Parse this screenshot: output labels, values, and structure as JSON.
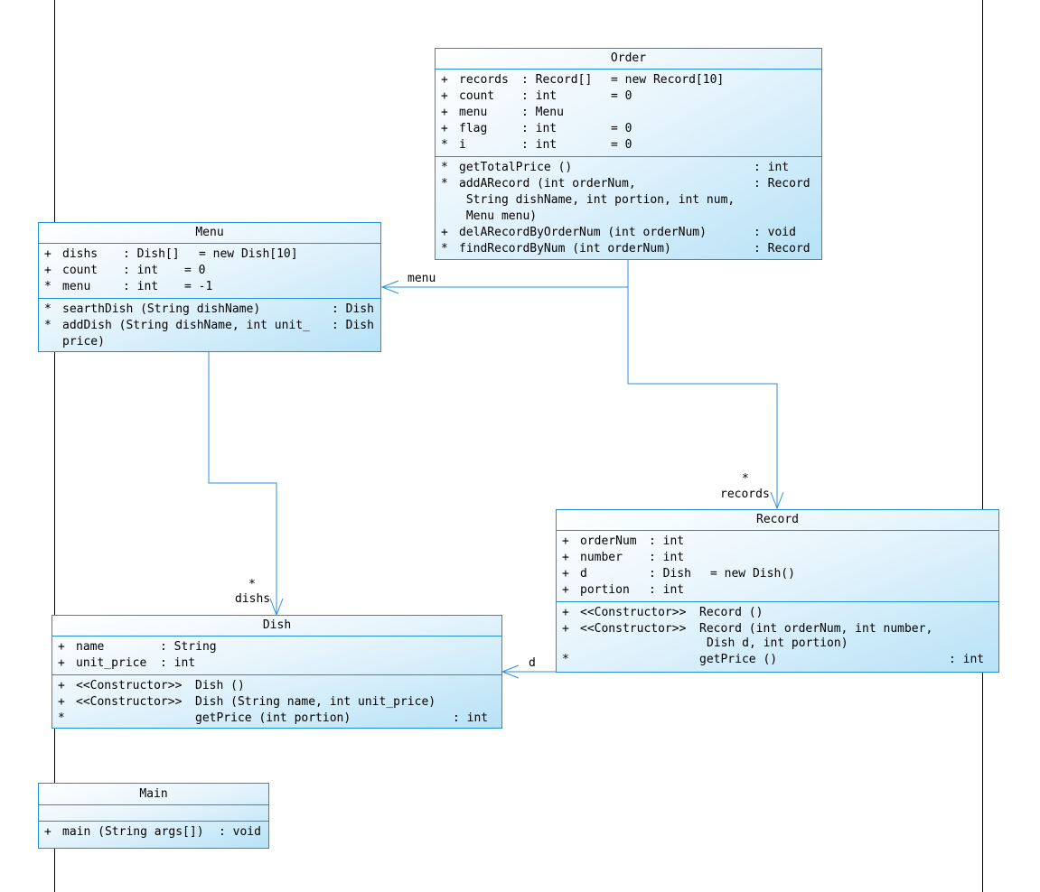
{
  "classes": {
    "order": {
      "name": "Order",
      "attributes": [
        {
          "vis": "+",
          "name": "records",
          "type": ": Record[]",
          "init": "= new Record[10]"
        },
        {
          "vis": "+",
          "name": "count",
          "type": ": int",
          "init": "= 0"
        },
        {
          "vis": "+",
          "name": "menu",
          "type": ": Menu",
          "init": ""
        },
        {
          "vis": "+",
          "name": "flag",
          "type": ": int",
          "init": "= 0"
        },
        {
          "vis": "*",
          "name": "i",
          "type": ": int",
          "init": "= 0"
        }
      ],
      "operations": [
        {
          "vis": "*",
          "sig": "getTotalPrice ()",
          "ret": ": int"
        },
        {
          "vis": "*",
          "sig": "addARecord (int orderNum,",
          "ret": ": Record"
        },
        {
          "vis": "",
          "sig": " String dishName, int portion, int num,",
          "ret": ""
        },
        {
          "vis": "",
          "sig": " Menu menu)",
          "ret": ""
        },
        {
          "vis": "+",
          "sig": "delARecordByOrderNum (int orderNum)",
          "ret": ": void"
        },
        {
          "vis": "*",
          "sig": "findRecordByNum (int orderNum)",
          "ret": ": Record"
        }
      ]
    },
    "menu": {
      "name": "Menu",
      "attributes": [
        {
          "vis": "+",
          "name": "dishs",
          "type": ": Dish[]",
          "init": "= new Dish[10]"
        },
        {
          "vis": "+",
          "name": "count",
          "type": ": int",
          "init": "= 0"
        },
        {
          "vis": "*",
          "name": "menu",
          "type": ": int",
          "init": "= -1"
        }
      ],
      "operations": [
        {
          "vis": "*",
          "sig": "searthDish (String dishName)",
          "ret": ": Dish"
        },
        {
          "vis": "*",
          "sig": "addDish (String dishName, int unit_",
          "ret": ": Dish"
        },
        {
          "vis": "",
          "sig": "price)",
          "ret": ""
        }
      ]
    },
    "record": {
      "name": "Record",
      "attributes": [
        {
          "vis": "+",
          "name": "orderNum",
          "type": ": int",
          "init": ""
        },
        {
          "vis": "+",
          "name": "number",
          "type": ": int",
          "init": ""
        },
        {
          "vis": "+",
          "name": "d",
          "type": ": Dish",
          "init": "= new Dish()"
        },
        {
          "vis": "+",
          "name": "portion",
          "type": ": int",
          "init": ""
        }
      ],
      "operations": [
        {
          "vis": "+",
          "stereo": "<<Constructor>>",
          "sig": "Record ()",
          "ret": ""
        },
        {
          "vis": "+",
          "stereo": "<<Constructor>>",
          "sig": "Record (int orderNum, int number,",
          "ret": ""
        },
        {
          "vis": "",
          "stereo": "",
          "sig": "Dish d, int portion)",
          "ret": ""
        },
        {
          "vis": "*",
          "stereo": "",
          "sig": "getPrice ()",
          "ret": ": int"
        }
      ]
    },
    "dish": {
      "name": "Dish",
      "attributes": [
        {
          "vis": "+",
          "name": "name",
          "type": ": String",
          "init": ""
        },
        {
          "vis": "+",
          "name": "unit_price",
          "type": ": int",
          "init": ""
        }
      ],
      "operations": [
        {
          "vis": "+",
          "stereo": "<<Constructor>>",
          "sig": "Dish ()",
          "ret": ""
        },
        {
          "vis": "+",
          "stereo": "<<Constructor>>",
          "sig": "Dish (String name, int unit_price)",
          "ret": ""
        },
        {
          "vis": "*",
          "stereo": "",
          "sig": "getPrice (int portion)",
          "ret": ": int"
        }
      ]
    },
    "main": {
      "name": "Main",
      "attributes": [],
      "operations": [
        {
          "vis": "+",
          "sig": "main (String args[])",
          "ret": ": void"
        }
      ]
    }
  },
  "associations": {
    "order_menu": {
      "role": "menu"
    },
    "order_record": {
      "multiplicity": "*",
      "role": "records"
    },
    "menu_dish": {
      "multiplicity": "*",
      "role": "dishs"
    },
    "record_dish": {
      "role": "d"
    }
  },
  "colors": {
    "border": "#1f8fd6",
    "fill_light": "#ffffff",
    "fill_dark": "#b7e2f7",
    "link": "#2b8fe0"
  }
}
